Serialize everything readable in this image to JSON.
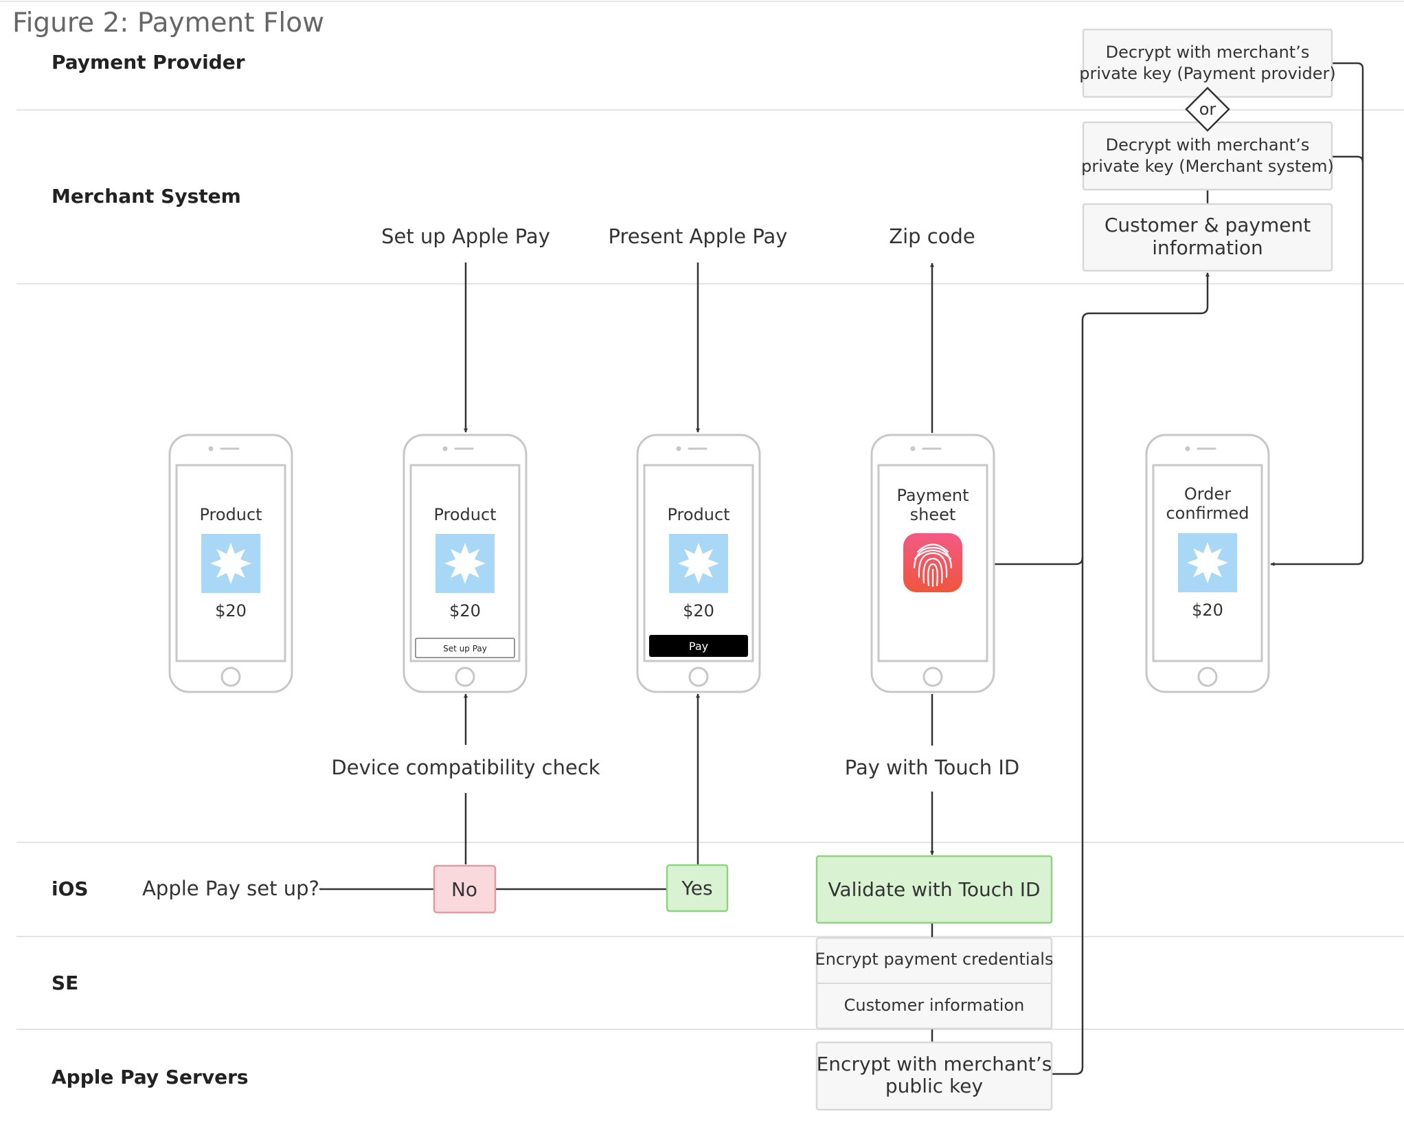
{
  "figure": {
    "title": "Figure 2: Payment Flow"
  },
  "lanes": [
    {
      "label": "Payment Provider"
    },
    {
      "label": "Merchant System"
    },
    {
      "label": "iOS"
    },
    {
      "label": "SE"
    },
    {
      "label": "Apple Pay Servers"
    }
  ],
  "flow_labels": {
    "setup_apple_pay": "Set up Apple Pay",
    "present_apple_pay": "Present Apple Pay",
    "zip_code": "Zip code",
    "device_check": "Device compatibility check",
    "pay_touch_id": "Pay with Touch ID",
    "apple_pay_setup_question": "Apple Pay set up?"
  },
  "decisions": {
    "no": "No",
    "yes": "Yes",
    "or": "or"
  },
  "boxes": {
    "decrypt_provider": [
      "Decrypt with merchant’s",
      "private key (Payment provider)"
    ],
    "decrypt_merchant": [
      "Decrypt with merchant’s",
      "private key (Merchant system)"
    ],
    "customer_payment_info": [
      "Customer & payment",
      "information"
    ],
    "validate_touch_id": "Validate with Touch ID",
    "encrypt_credentials": "Encrypt payment credentials",
    "customer_information": "Customer information",
    "encrypt_public_key": [
      "Encrypt with merchant’s",
      "public key"
    ]
  },
  "phones": [
    {
      "screen": [
        "Product"
      ],
      "price": "$20"
    },
    {
      "screen": [
        "Product"
      ],
      "price": "$20",
      "button_text": "Set up  Pay"
    },
    {
      "screen": [
        "Product"
      ],
      "price": "$20",
      "button_text": " Pay"
    },
    {
      "screen": [
        "Payment",
        "sheet"
      ],
      "icon": "touch-id-fingerprint-icon"
    },
    {
      "screen": [
        "Order",
        "confirmed"
      ],
      "price": "$20"
    }
  ],
  "colors": {
    "product_tile": "#a8d8f5",
    "no_fill": "#f9d9db",
    "no_stroke": "#e39aa0",
    "yes_fill": "#d8f2d2",
    "yes_stroke": "#8fd27f",
    "touch_id_top": "#f25a85",
    "touch_id_bottom": "#f0553c"
  }
}
